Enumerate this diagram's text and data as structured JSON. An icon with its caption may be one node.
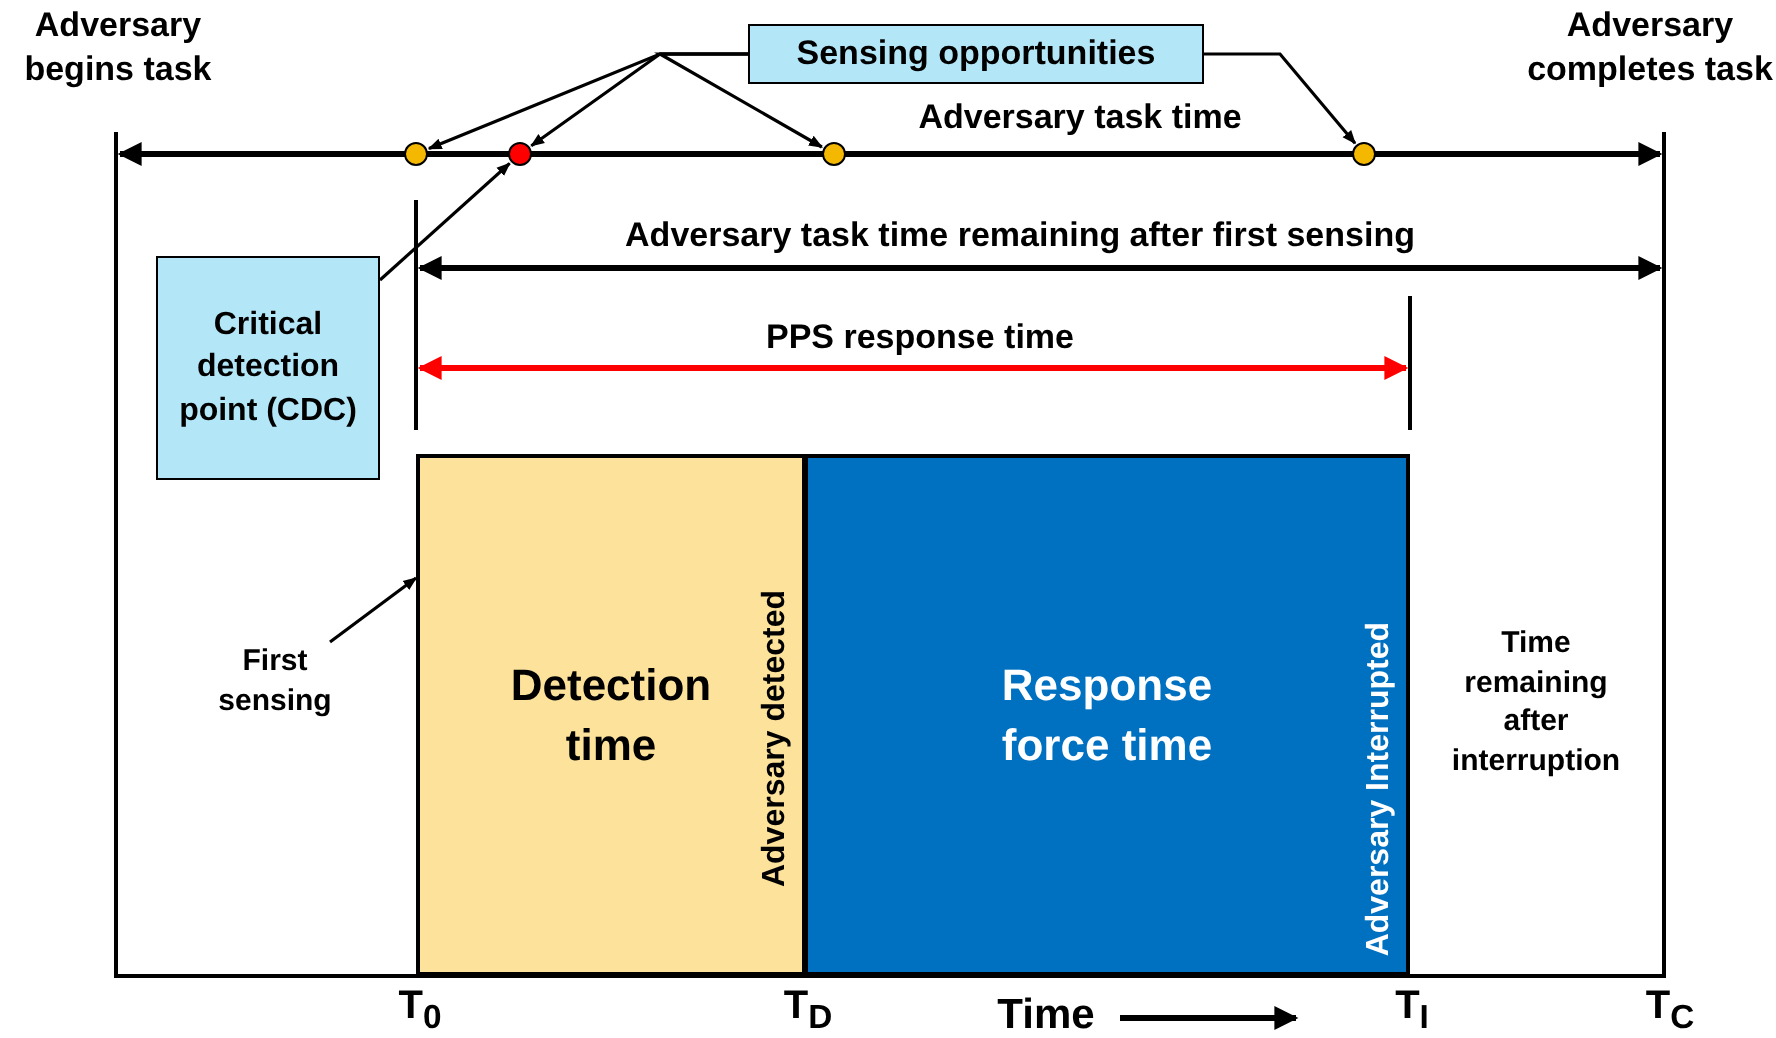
{
  "diagram": {
    "nodes": [
      {
        "text": [
          "Sensing opportunities"
        ]
      },
      {
        "text": [],
        "shape": "circle"
      },
      {
        "text": [],
        "shape": "circle"
      },
      {
        "text": [],
        "shape": "circle"
      },
      {
        "text": [],
        "shape": "circle"
      },
      {
        "text": [
          "Critical detection point (CDC)"
        ]
      },
      {
        "text": [
          "Detection time",
          "Adversary detected"
        ]
      },
      {
        "text": [
          "Response force time",
          "Adversary Interrupted"
        ]
      },
      {
        "text": [
          "First sensing"
        ]
      }
    ],
    "edges": [
      {
        "from": 0,
        "to": 1,
        "arrow": "to"
      },
      {
        "from": 0,
        "to": 2,
        "arrow": "to"
      },
      {
        "from": 0,
        "to": 3,
        "arrow": "to"
      },
      {
        "from": 0,
        "to": 4,
        "arrow": "to"
      },
      {
        "from": 5,
        "to": 2,
        "arrow": "to"
      },
      {
        "from": 8,
        "to": 6,
        "arrow": "to"
      }
    ],
    "labels": [
      "Adversary begins task",
      "Adversary completes task",
      "Adversary task time",
      "Adversary task time remaining after first sensing",
      "PPS response time",
      "Time remaining after interruption",
      "T$_{0}$",
      "T$_{D}$",
      "Time",
      "T$_{I}$",
      "T$_{C}$"
    ]
  }
}
